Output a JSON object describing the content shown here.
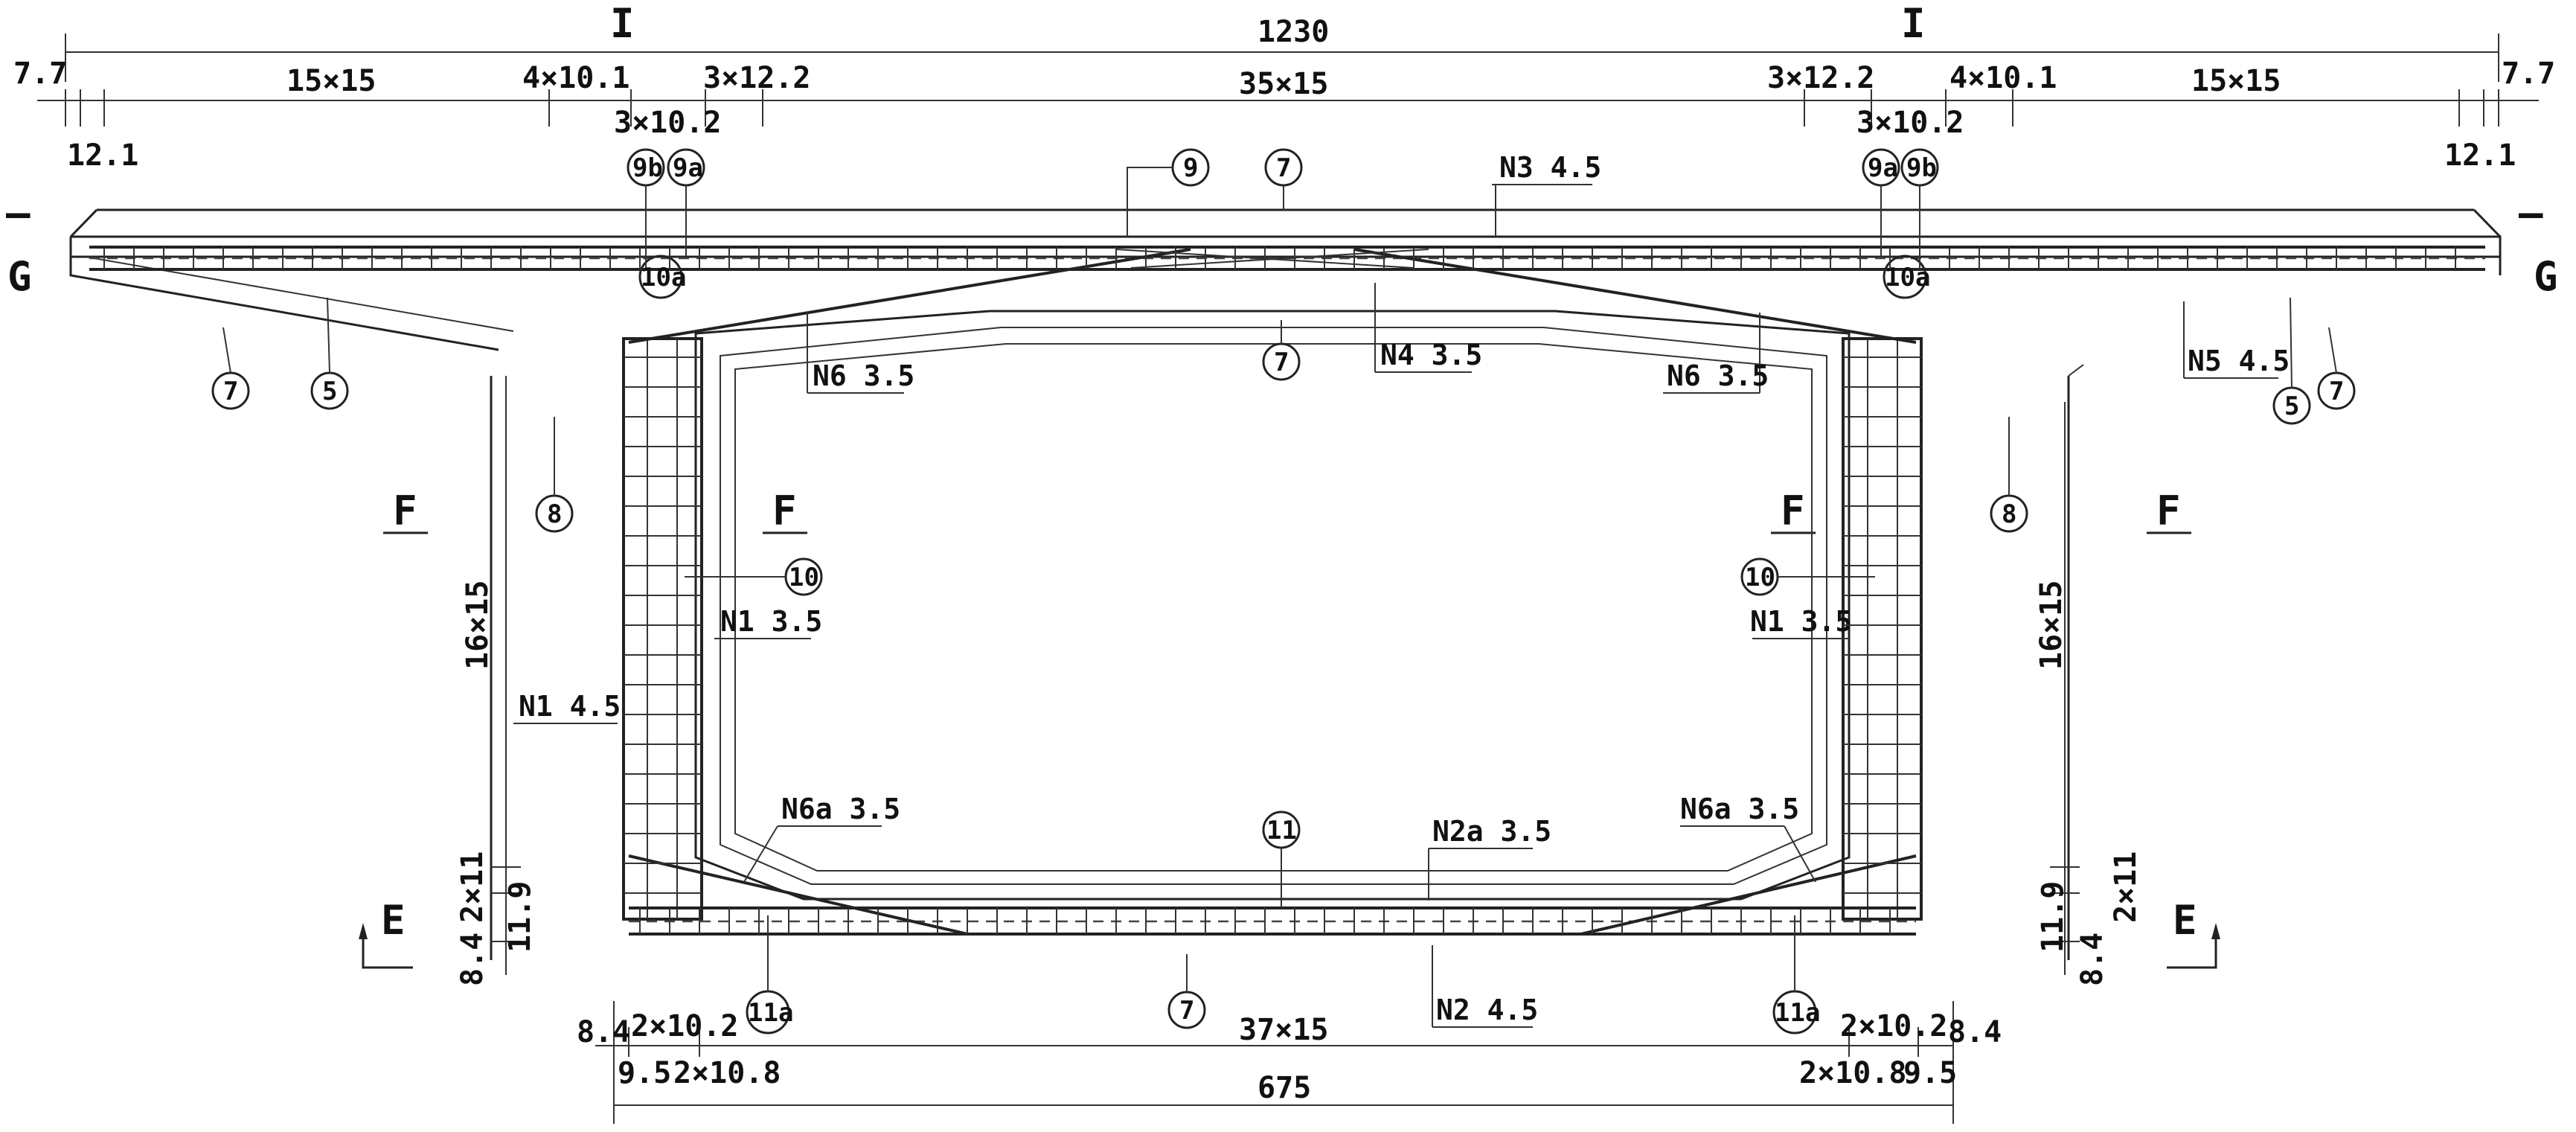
{
  "dimensions": {
    "overall_width": "1230",
    "left_edge": "7.7",
    "right_edge": "7.7",
    "left_flange_spacing": "15×15",
    "right_flange_spacing": "15×15",
    "left_transition_a": "4×10.1",
    "right_transition_a": "4×10.1",
    "left_transition_b": "3×12.2",
    "right_transition_b": "3×12.2",
    "left_web_top": "3×10.2",
    "right_web_top": "3×10.2",
    "top_center_spacing": "35×15",
    "left_tip": "12.1",
    "right_tip": "12.1",
    "left_web_height": "16×15",
    "right_web_height": "16×15",
    "left_lower_a": "2×11",
    "right_lower_a": "2×11",
    "left_lower_b": "11.9",
    "right_lower_b": "11.9",
    "left_lower_c": "8.4",
    "right_lower_c": "8.4",
    "bottom_left_a": "8.4",
    "bottom_left_b": "2×10.2",
    "bottom_left_c": "9.5",
    "bottom_left_d": "2×10.8",
    "bottom_center_spacing": "37×15",
    "bottom_right_a": "2×10.2",
    "bottom_right_b": "8.4",
    "bottom_right_d": "2×10.8",
    "bottom_right_c": "9.5",
    "bottom_width": "675"
  },
  "section_marks": {
    "top_left_tick": "I",
    "top_right_tick": "I",
    "g_left_bar": "—",
    "g_right_bar": "—",
    "g_left": "G",
    "g_right": "G",
    "f_outer_left": "F",
    "f_inner_left": "F",
    "f_inner_right": "F",
    "f_outer_right": "F",
    "e_left": "E",
    "e_right": "E"
  },
  "rebar_labels": {
    "n3": "N3  4.5",
    "n4": "N4  3.5",
    "n6_left": "N6  3.5",
    "n6_right": "N6  3.5",
    "n5": "N5  4.5",
    "n1_inner_left": "N1  3.5",
    "n1_inner_right": "N1  3.5",
    "n1_outer_left": "N1  4.5",
    "n6a_left": "N6a  3.5",
    "n6a_right": "N6a  3.5",
    "n2a": "N2a  3.5",
    "n2": "N2  4.5"
  },
  "callouts": {
    "c9b_left": "9b",
    "c9a_left": "9a",
    "c9": "9",
    "c7_top": "7",
    "c9a_right": "9a",
    "c9b_right": "9b",
    "c10a_left": "10a",
    "c10a_right": "10a",
    "c7_inner": "7",
    "c7_flange_left": "7",
    "c5_left": "5",
    "c5_right": "5",
    "c7_flange_right": "7",
    "c8_left": "8",
    "c8_right": "8",
    "c10_left": "10",
    "c10_right": "10",
    "c11": "11",
    "c11a_left": "11a",
    "c11a_right": "11a",
    "c7_bottom": "7"
  },
  "colors": {
    "line": "#222222",
    "background": "#ffffff"
  }
}
